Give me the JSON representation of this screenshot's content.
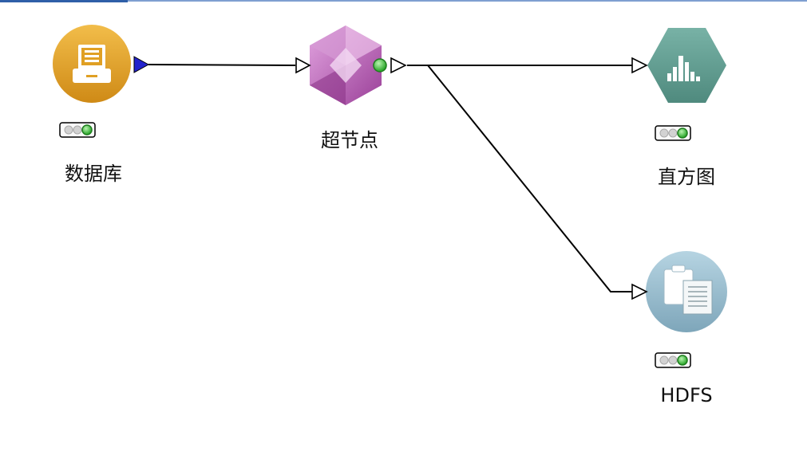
{
  "nodes": {
    "database": {
      "label": "数据库",
      "icon": "database-tray-icon",
      "color": "#e0a024",
      "status": "ok"
    },
    "supernode": {
      "label": "超节点",
      "icon": "supernode-hexagon-icon",
      "color": "#b45ab4"
    },
    "histogram": {
      "label": "直方图",
      "icon": "histogram-icon",
      "color": "#5d9b8e",
      "status": "ok"
    },
    "hdfs": {
      "label": "HDFS",
      "icon": "hdfs-document-icon",
      "color": "#8cb4c8",
      "status": "ok"
    }
  },
  "colors": {
    "connector": "#000000",
    "output_port_filled": "#2222cc",
    "status_green": "#39c439"
  }
}
